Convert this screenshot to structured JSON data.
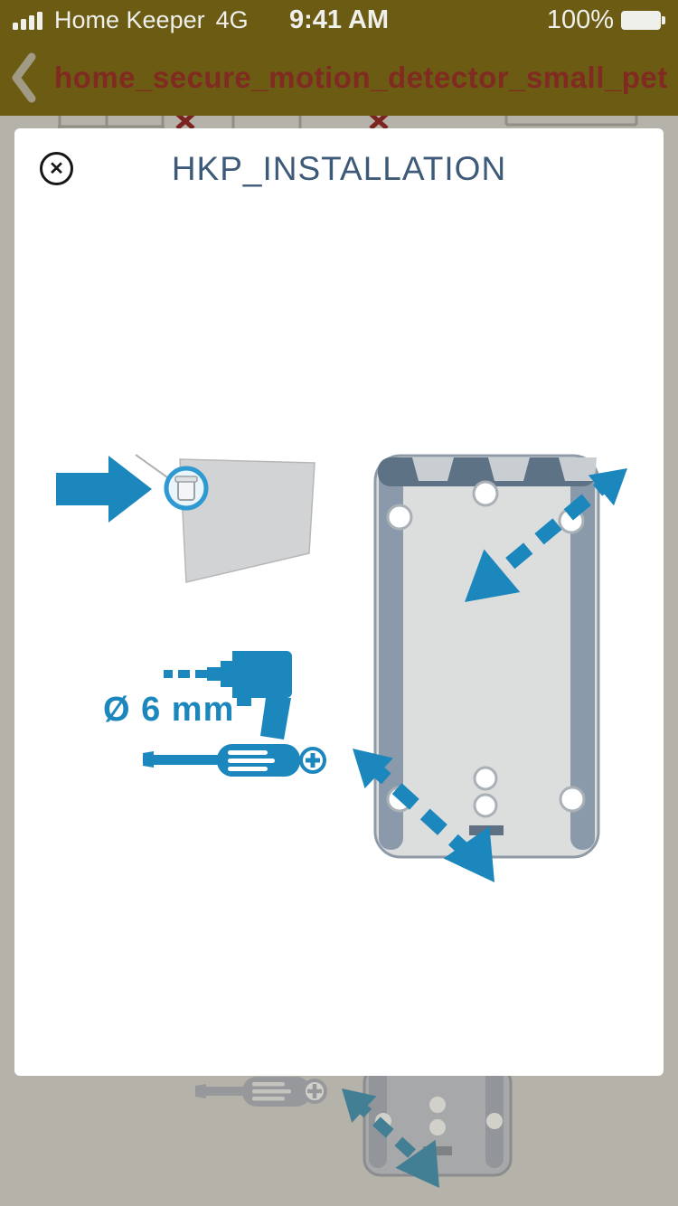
{
  "status_bar": {
    "carrier": "Home Keeper",
    "network": "4G",
    "time": "9:41 AM",
    "battery_percent": "100%"
  },
  "nav": {
    "title": "home_secure_motion_detector_small_pet"
  },
  "modal": {
    "title": "HKP_INSTALLATION",
    "close_glyph": "✕",
    "drill_diameter_label": "Ø 6 mm"
  },
  "colors": {
    "accent_blue": "#1b87bd",
    "modal_title_blue": "#3d5a78",
    "nav_title_red": "#802a22",
    "header_olive": "#6b5b13"
  }
}
